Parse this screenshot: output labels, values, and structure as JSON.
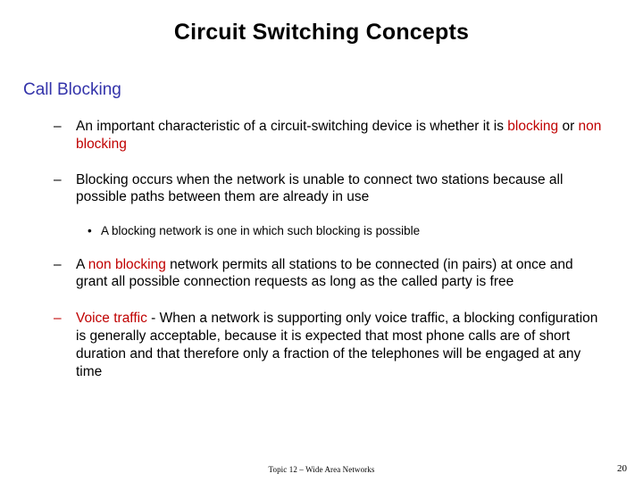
{
  "slide": {
    "title": "Circuit Switching Concepts",
    "heading": "Call Blocking",
    "colors": {
      "title": "#000000",
      "heading": "#3333aa",
      "emphasis": "#c00000",
      "body": "#000000",
      "background": "#ffffff"
    },
    "bullets": [
      {
        "level": 1,
        "marker": "–",
        "marker_color": "#000000",
        "segments": [
          {
            "text": "An important characteristic of a circuit-switching device is whether it is ",
            "color": "#000000"
          },
          {
            "text": "blocking",
            "color": "#c00000"
          },
          {
            "text": " or ",
            "color": "#000000"
          },
          {
            "text": "non blocking",
            "color": "#c00000"
          }
        ]
      },
      {
        "level": 1,
        "marker": "–",
        "marker_color": "#000000",
        "segments": [
          {
            "text": "Blocking occurs when the network is unable to connect two stations because all possible paths between them are already in use",
            "color": "#000000"
          }
        ]
      },
      {
        "level": 2,
        "marker": "•",
        "marker_color": "#000000",
        "segments": [
          {
            "text": "A blocking network is one in which such blocking is possible",
            "color": "#000000"
          }
        ]
      },
      {
        "level": 1,
        "marker": "–",
        "marker_color": "#000000",
        "segments": [
          {
            "text": "A ",
            "color": "#000000"
          },
          {
            "text": "non blocking",
            "color": "#c00000"
          },
          {
            "text": " network permits all stations to be connected (in pairs) at once and grant all possible connection requests as long as the called party is free",
            "color": "#000000"
          }
        ]
      },
      {
        "level": 1,
        "marker": "–",
        "marker_color": "#c00000",
        "segments": [
          {
            "text": "Voice traffic",
            "color": "#c00000"
          },
          {
            "text": " - When  a network is supporting only voice traffic, a blocking configuration is generally acceptable, because it is expected that most phone calls are of short duration and that therefore only a fraction of the telephones will be engaged at any time",
            "color": "#000000"
          }
        ]
      }
    ],
    "footer": {
      "note": "Topic 12 – Wide Area Networks",
      "page_number": "20"
    }
  }
}
